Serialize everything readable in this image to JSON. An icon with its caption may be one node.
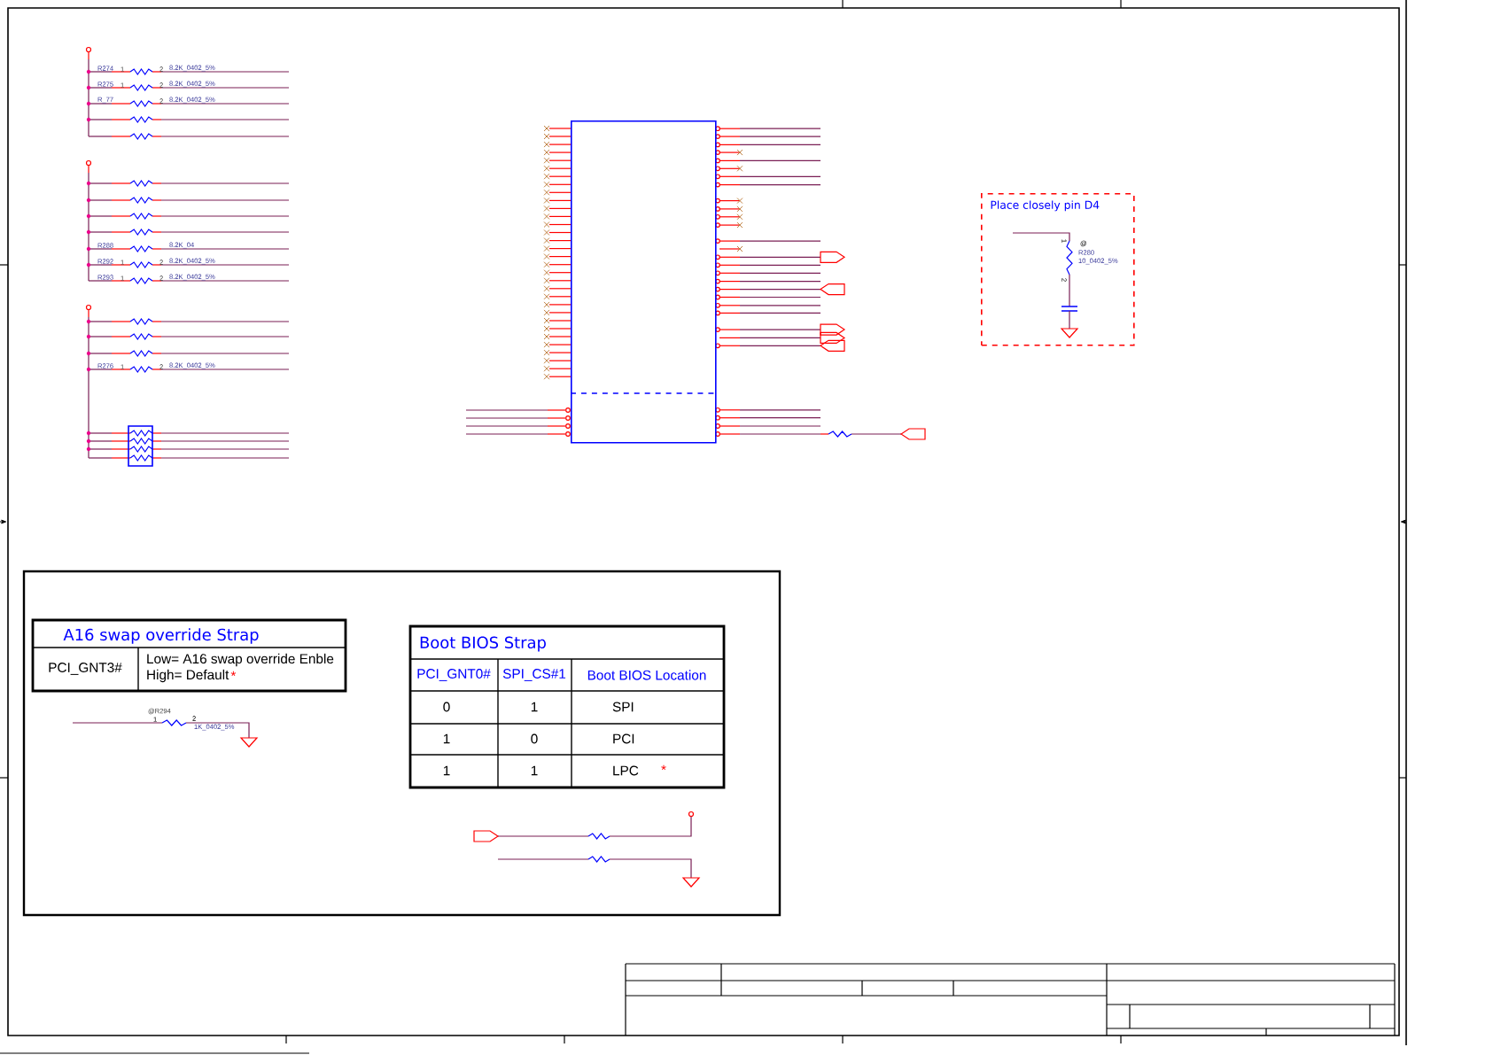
{
  "diagram": {
    "nodes": [
      {
        "text": [
          "Place closely pin D4"
        ]
      },
      {
        "text": [],
        "shape": "box"
      }
    ],
    "labels": [
      "R274",
      "1",
      "2",
      "8.2K_0402_5%",
      "R275",
      "1",
      "2",
      "8.2K_0402_5%",
      "R_77",
      "2",
      "8.2K_0402_5%",
      "R288",
      "8.2K_04",
      "R292",
      "1",
      "2",
      "8.2K_0402_5%",
      "R293",
      "1",
      "2",
      "8.2K_0402_5%",
      "R276",
      "1",
      "2",
      "8.2K_0402_5%",
      "@",
      "R280",
      "10_0402_5%",
      "1",
      "2",
      "A16 swap override Strap",
      "PCI_GNT3#",
      "Low= A16 swap override Enble",
      "High= Default",
      "*",
      "Boot BIOS Strap",
      "PCI_GNT0#",
      "SPI_CS#1",
      "Boot BIOS Location",
      "0",
      "1",
      "SPI",
      "1",
      "0",
      "PCI",
      "1",
      "1",
      "LPC",
      "*",
      "@R294",
      "1",
      "2",
      "1K_0402_5%"
    ]
  }
}
